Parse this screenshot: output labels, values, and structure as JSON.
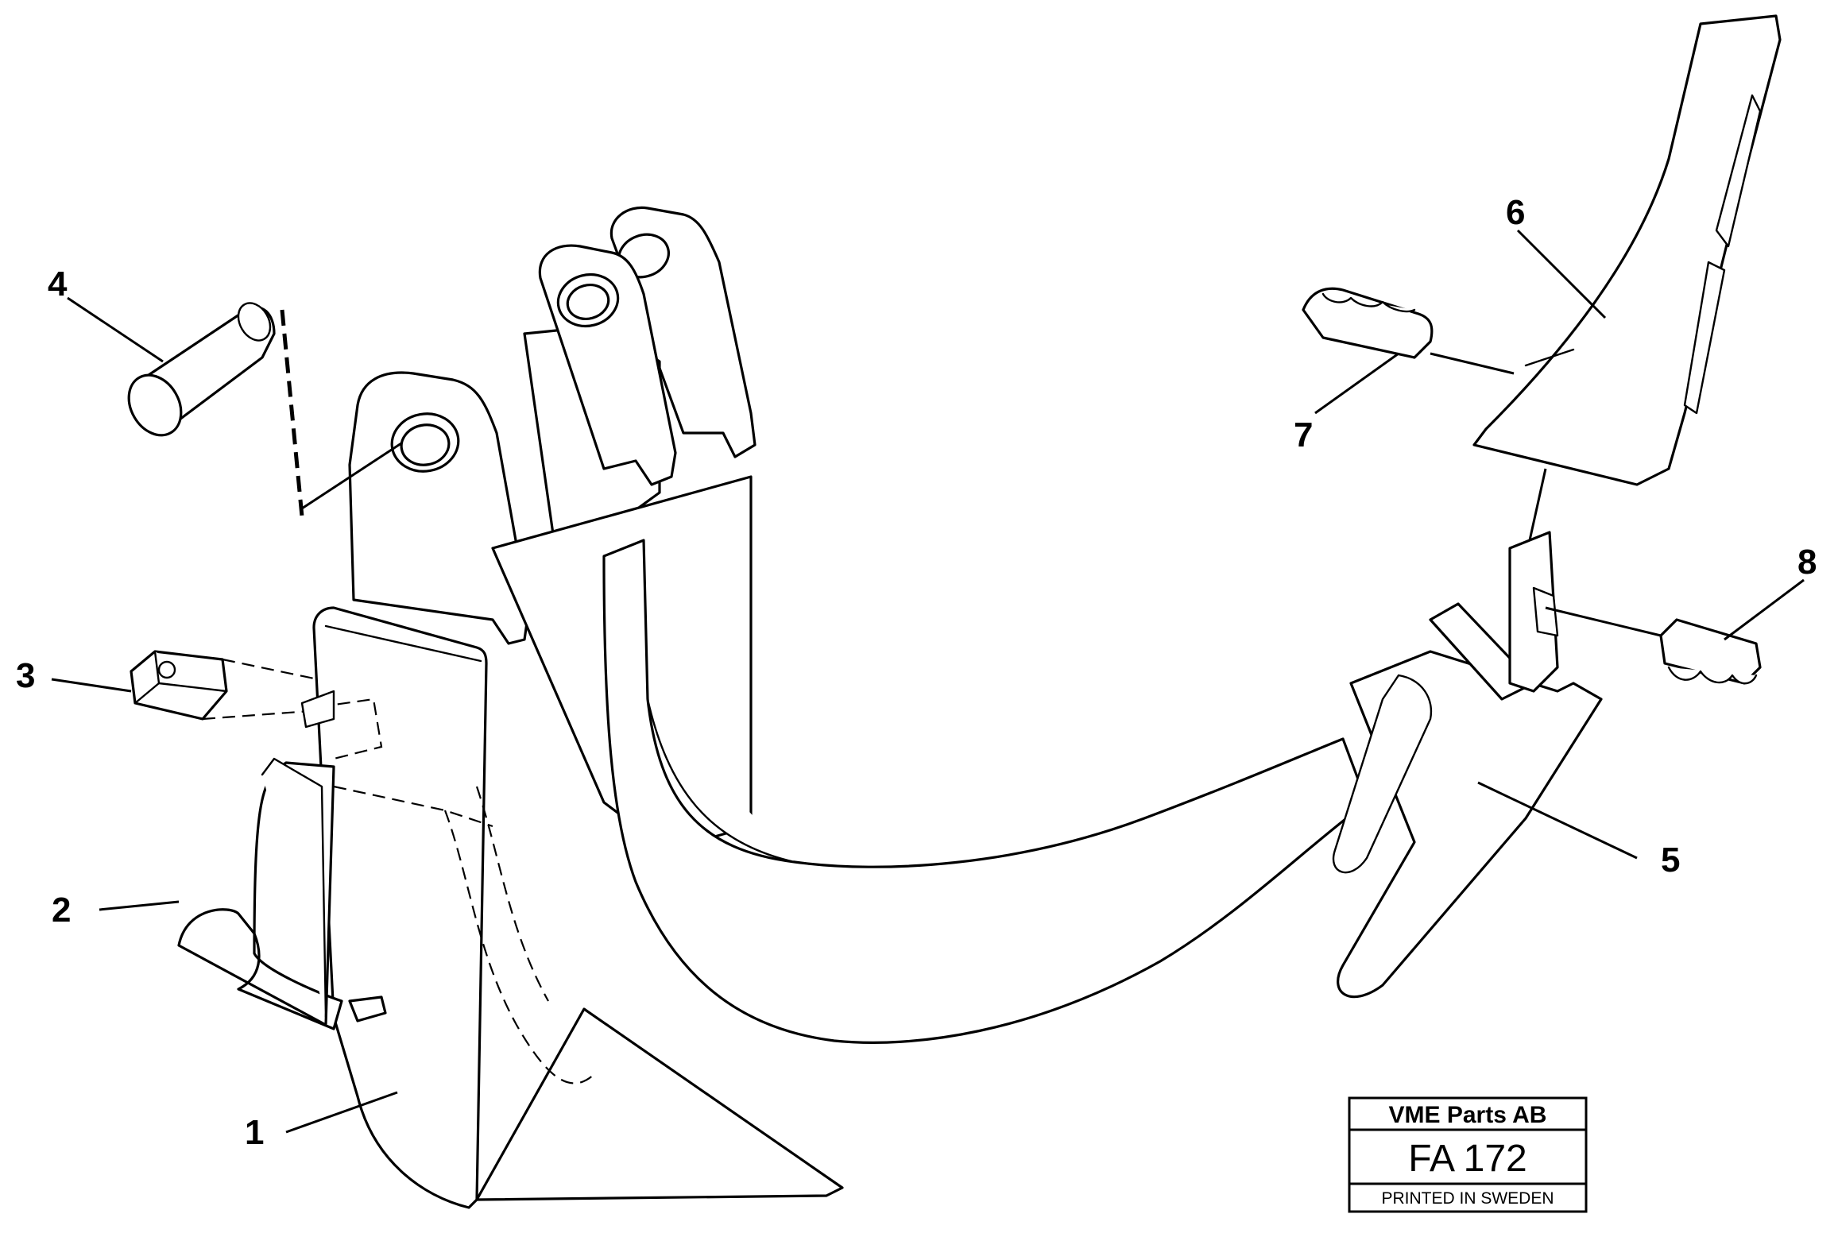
{
  "callouts": {
    "c1": "1",
    "c2": "2",
    "c3": "3",
    "c4": "4",
    "c5": "5",
    "c6": "6",
    "c7": "7",
    "c8": "8"
  },
  "stamp": {
    "company": "VME Parts AB",
    "code": "FA 172",
    "printed": "PRINTED IN SWEDEN"
  },
  "colors": {
    "line": "#000000",
    "background": "#ffffff"
  }
}
